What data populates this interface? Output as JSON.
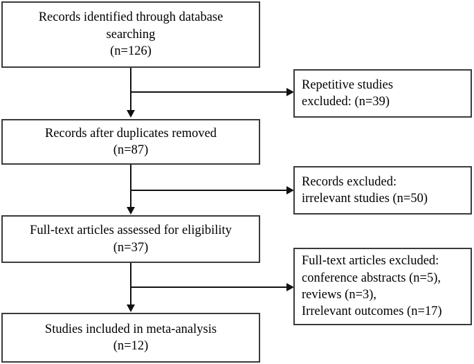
{
  "diagram": {
    "type": "prisma-flow-diagram",
    "colors": {
      "box_border": "#3a3a3a",
      "connector": "#111111",
      "background": "#ffffff",
      "text": "#000000"
    },
    "main_flow": [
      {
        "id": "identification",
        "lines": [
          "Records identified through database",
          "searching",
          "(n=126)"
        ],
        "count": 126
      },
      {
        "id": "after-duplicates",
        "lines": [
          "Records after duplicates removed",
          "(n=87)"
        ],
        "count": 87
      },
      {
        "id": "eligibility",
        "lines": [
          "Full-text articles assessed for eligibility",
          "(n=37)"
        ],
        "count": 37
      },
      {
        "id": "included",
        "lines": [
          "Studies included in meta-analysis",
          "(n=12)"
        ],
        "count": 12
      }
    ],
    "exclusions": [
      {
        "id": "repetitive-excluded",
        "lines": [
          "Repetitive studies",
          "excluded: (n=39)"
        ],
        "count": 39
      },
      {
        "id": "records-excluded",
        "lines": [
          "Records excluded:",
          "irrelevant studies (n=50)"
        ],
        "count": 50
      },
      {
        "id": "fulltext-excluded",
        "lines": [
          "Full-text articles excluded:",
          "conference abstracts (n=5),",
          "reviews (n=3),",
          "Irrelevant outcomes (n=17)"
        ],
        "counts": [
          5,
          3,
          17
        ]
      }
    ]
  }
}
